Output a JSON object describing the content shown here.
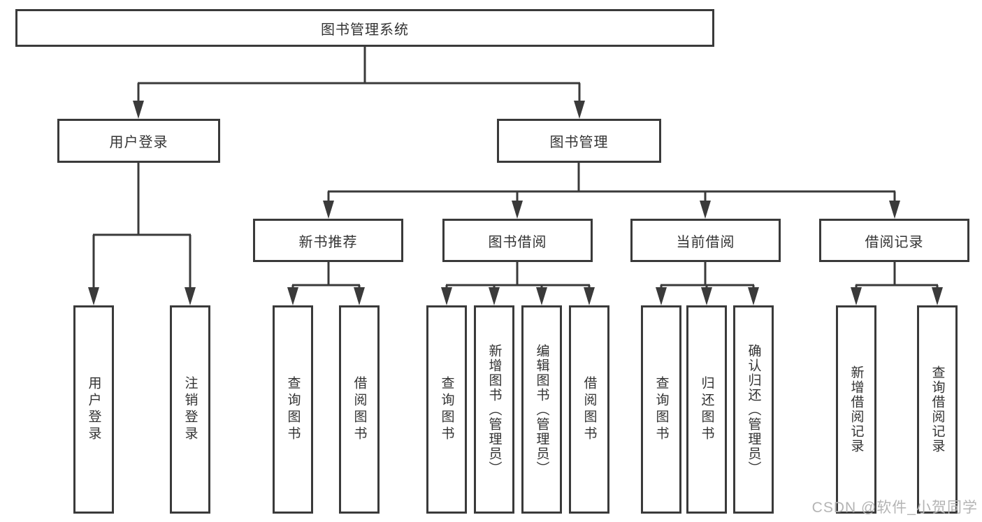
{
  "diagram": {
    "root": "图书管理系统",
    "user_login": {
      "label": "用户登录",
      "children": [
        "用户登录",
        "注销登录"
      ]
    },
    "book_mgmt": {
      "label": "图书管理",
      "sections": [
        {
          "label": "新书推荐",
          "children": [
            "查询图书",
            "借阅图书"
          ]
        },
        {
          "label": "图书借阅",
          "children": [
            "查询图书",
            "新增图书（管理员）",
            "编辑图书（管理员）",
            "借阅图书"
          ]
        },
        {
          "label": "当前借阅",
          "children": [
            "查询图书",
            "归还图书",
            "确认归还（管理员）"
          ]
        },
        {
          "label": "借阅记录",
          "children": [
            "新增借阅记录",
            "查询借阅记录"
          ]
        }
      ]
    }
  },
  "watermark": {
    "text": "CSDN @软件_小贺同学"
  },
  "colors": {
    "line": "#3a3a3a",
    "text": "#333333",
    "background": "#ffffff",
    "watermark": "#b4b4b4"
  }
}
